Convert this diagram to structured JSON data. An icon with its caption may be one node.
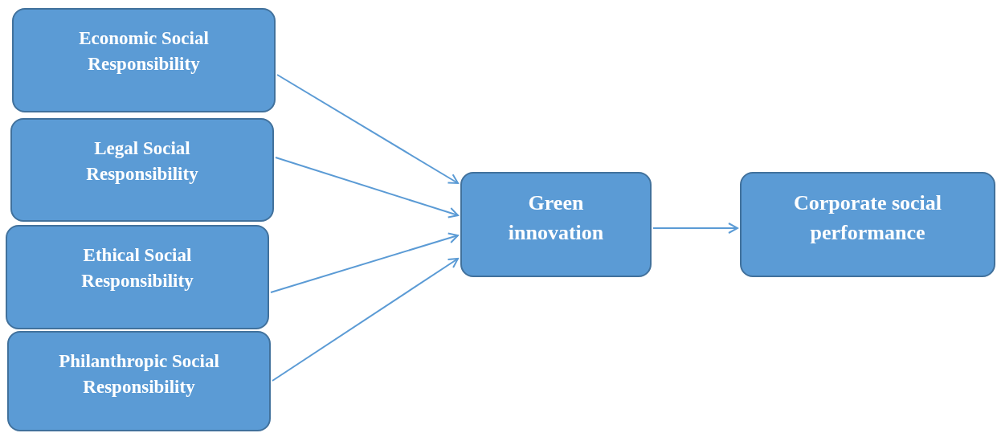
{
  "diagram": {
    "nodes": [
      {
        "text": [
          "Economic Social Responsibility"
        ]
      },
      {
        "text": [
          "Legal Social Responsibility"
        ]
      },
      {
        "text": [
          "Ethical Social Responsibility"
        ]
      },
      {
        "text": [
          "Philanthropic Social Responsibility"
        ]
      },
      {
        "text": [
          "Green innovation"
        ]
      },
      {
        "text": [
          "Corporate social performance"
        ]
      }
    ],
    "edges": [
      {
        "from": 0,
        "to": 4,
        "arrow": "to"
      },
      {
        "from": 1,
        "to": 4,
        "arrow": "to"
      },
      {
        "from": 2,
        "to": 4,
        "arrow": "to"
      },
      {
        "from": 3,
        "to": 4,
        "arrow": "to"
      },
      {
        "from": 4,
        "to": 5,
        "arrow": "to"
      }
    ]
  }
}
